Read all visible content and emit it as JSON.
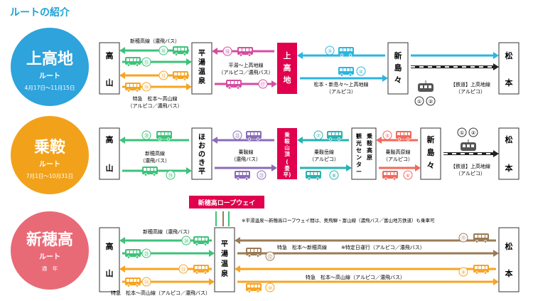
{
  "page_title": "ルートの紹介",
  "colors": {
    "kamikochi": "#2ea3dc",
    "norikura": "#f2a21a",
    "shinhotaka": "#e86a76",
    "red": "#e0004d",
    "green": "#3ec27a",
    "orange": "#f7a423",
    "purple": "#8a6cb8",
    "magenta": "#d34ea1",
    "teal": "#29b2b0",
    "coral": "#ef6a5c",
    "brown": "#9b7b55",
    "cyan": "#2bb6e0"
  },
  "stations": {
    "takayama": "高山",
    "hirayu": "平湯温泉",
    "kamikochi": "上高地",
    "shinshimashima": "新島々",
    "matsumoto": "松本",
    "honoki": "ほおのき平",
    "tatamidaira": "乗鞍山頂(畳平)",
    "norikura_kogen": "乗鞍高原観光センター"
  },
  "routes": [
    {
      "name": "上高地",
      "sub": "ルート",
      "period": "4月17日～11月15日"
    },
    {
      "name": "乗鞍",
      "sub": "ルート",
      "period": "7月1日～10月31日"
    },
    {
      "name": "新穂高",
      "sub": "ルート",
      "period": "通　年"
    }
  ],
  "labels": {
    "r1_top_left": "新穂高線（濃飛バス）",
    "r1_bottom_left_1": "特急　松本～高山線",
    "r1_bottom_left_2": "（アルピコ／濃飛バス）",
    "r1_mid_1": "平湯～上高地線",
    "r1_mid_2": "（アルピコ／濃飛バス）",
    "r1_right_1": "松本・新島々～上高地線",
    "r1_right_2": "（アルピコ）",
    "r1_rail_1": "【鉄道】上高地線",
    "r1_rail_2": "（アルピコ）",
    "r2_left_1": "新穂高線",
    "r2_left_2": "（濃飛バス）",
    "r2_mid_1": "乗鞍線",
    "r2_mid_2": "（濃飛バス）",
    "r2_c_1": "乗鞍岳線",
    "r2_c_2": "（アルピコ）",
    "r2_r_1": "乗鞍高原線",
    "r2_r_2": "（アルピコ）",
    "r2_rail_1": "【鉄道】上高地線",
    "r2_rail_2": "（アルピコ）",
    "ropeway": "新穂高ロープウェイ",
    "r3_note": "※平湯温泉～新穂高ロープウェイ間は、奥飛騨・富山線（濃飛バス／富山地方鉄道）も乗車可",
    "r3_top_left_1": "新穂高線（濃飛バス）",
    "r3_right_1": "特急　松本～新穂高線",
    "r3_right_2": "※特定日運行（アルピコ／濃飛バス）",
    "r3_bottom_left": "特急　松本～高山線（アルピコ／濃飛バス）",
    "r3_bottom_right": "特急　松本～高山線（アルピコ／濃飛バス）"
  },
  "numbers": {
    "n1": "①",
    "n2": "②",
    "n3": "③",
    "n4": "④",
    "n5": "⑤",
    "n6": "⑥",
    "n7": "⑦",
    "n8": "⑧",
    "n9": "⑨",
    "n10": "⑩",
    "n11": "⑪",
    "n12": "⑫",
    "n13": "⑬",
    "n14": "⑭",
    "n15": "⑮",
    "n16": "⑯",
    "n17": "⑰",
    "n18": "⑱",
    "n19": "⑲",
    "n20": "⑳",
    "n21": "㉑",
    "n22": "㉒",
    "n23": "㉓",
    "n24": "㉔"
  }
}
